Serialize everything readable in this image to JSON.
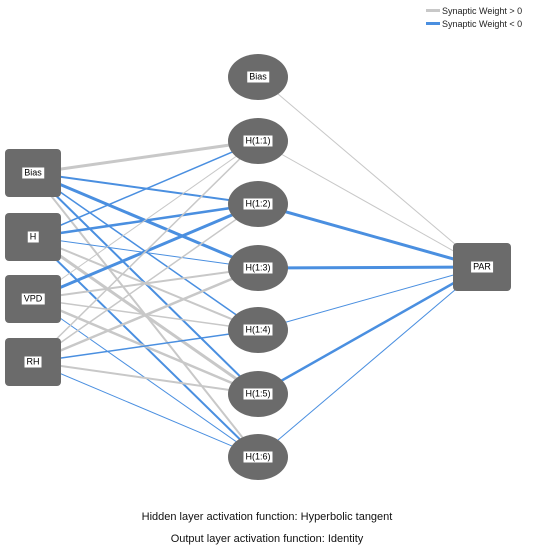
{
  "legend": {
    "positive": "Synaptic Weight > 0",
    "negative": "Synaptic Weight < 0"
  },
  "colors": {
    "positive_line": "#c8c8c8",
    "negative_line": "#4a8fe0",
    "node_fill": "#6b6b6b",
    "background": "#ffffff"
  },
  "input_layer": [
    "Bias",
    "H",
    "VPD",
    "RH"
  ],
  "hidden_layer": [
    "Bias",
    "H(1:1)",
    "H(1:2)",
    "H(1:3)",
    "H(1:4)",
    "H(1:5)",
    "H(1:6)"
  ],
  "output_layer": [
    "PAR"
  ],
  "connections": [
    {
      "from": "Bias",
      "to": "H(1:1)",
      "sign": "positive",
      "weight": 3
    },
    {
      "from": "Bias",
      "to": "H(1:2)",
      "sign": "negative",
      "weight": 2
    },
    {
      "from": "Bias",
      "to": "H(1:3)",
      "sign": "negative",
      "weight": 3
    },
    {
      "from": "Bias",
      "to": "H(1:4)",
      "sign": "negative",
      "weight": 1.5
    },
    {
      "from": "Bias",
      "to": "H(1:5)",
      "sign": "negative",
      "weight": 2
    },
    {
      "from": "Bias",
      "to": "H(1:6)",
      "sign": "positive",
      "weight": 2
    },
    {
      "from": "H",
      "to": "H(1:1)",
      "sign": "negative",
      "weight": 1.5
    },
    {
      "from": "H",
      "to": "H(1:2)",
      "sign": "negative",
      "weight": 2.5
    },
    {
      "from": "H",
      "to": "H(1:3)",
      "sign": "negative",
      "weight": 1
    },
    {
      "from": "H",
      "to": "H(1:4)",
      "sign": "positive",
      "weight": 2
    },
    {
      "from": "H",
      "to": "H(1:5)",
      "sign": "positive",
      "weight": 3
    },
    {
      "from": "H",
      "to": "H(1:6)",
      "sign": "negative",
      "weight": 2
    },
    {
      "from": "VPD",
      "to": "H(1:1)",
      "sign": "positive",
      "weight": 1
    },
    {
      "from": "VPD",
      "to": "H(1:2)",
      "sign": "negative",
      "weight": 3
    },
    {
      "from": "VPD",
      "to": "H(1:3)",
      "sign": "positive",
      "weight": 2
    },
    {
      "from": "VPD",
      "to": "H(1:4)",
      "sign": "positive",
      "weight": 1.5
    },
    {
      "from": "VPD",
      "to": "H(1:5)",
      "sign": "positive",
      "weight": 2.5
    },
    {
      "from": "VPD",
      "to": "H(1:6)",
      "sign": "negative",
      "weight": 1
    },
    {
      "from": "RH",
      "to": "H(1:1)",
      "sign": "positive",
      "weight": 1.5
    },
    {
      "from": "RH",
      "to": "H(1:2)",
      "sign": "positive",
      "weight": 1.5
    },
    {
      "from": "RH",
      "to": "H(1:3)",
      "sign": "positive",
      "weight": 2.5
    },
    {
      "from": "RH",
      "to": "H(1:4)",
      "sign": "negative",
      "weight": 1.5
    },
    {
      "from": "RH",
      "to": "H(1:5)",
      "sign": "positive",
      "weight": 2
    },
    {
      "from": "RH",
      "to": "H(1:6)",
      "sign": "negative",
      "weight": 1
    },
    {
      "from": "Bias (hidden)",
      "to": "PAR",
      "sign": "positive",
      "weight": 1
    },
    {
      "from": "H(1:1)",
      "to": "PAR",
      "sign": "positive",
      "weight": 1
    },
    {
      "from": "H(1:2)",
      "to": "PAR",
      "sign": "negative",
      "weight": 3
    },
    {
      "from": "H(1:3)",
      "to": "PAR",
      "sign": "negative",
      "weight": 3
    },
    {
      "from": "H(1:4)",
      "to": "PAR",
      "sign": "negative",
      "weight": 1
    },
    {
      "from": "H(1:5)",
      "to": "PAR",
      "sign": "negative",
      "weight": 2.5
    },
    {
      "from": "H(1:6)",
      "to": "PAR",
      "sign": "negative",
      "weight": 1
    }
  ],
  "footer": {
    "hidden_activation": "Hidden layer activation function: Hyperbolic tangent",
    "output_activation": "Output layer activation function: Identity"
  }
}
